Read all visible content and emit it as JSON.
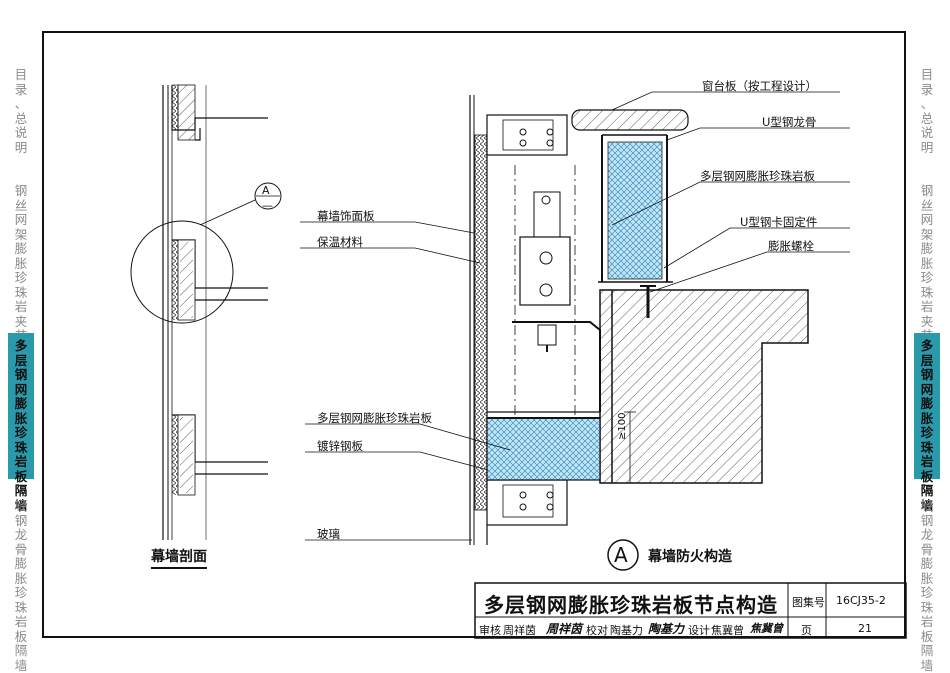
{
  "left_tabs": [
    {
      "text": "目录、总说明",
      "active": false
    },
    {
      "text": "钢丝网架膨胀珍珠岩夹芯板隔墙",
      "active": false
    },
    {
      "text": "多层钢网膨胀珍珠岩板隔墙",
      "active": true
    },
    {
      "text": "轻钢龙骨膨胀珍珠岩板隔墙",
      "active": false
    }
  ],
  "right_tabs": [
    {
      "text": "目录、总说明",
      "active": false
    },
    {
      "text": "钢丝网架膨胀珍珠岩夹芯板隔墙",
      "active": false
    },
    {
      "text": "多层钢网膨胀珍珠岩板隔墙",
      "active": true
    },
    {
      "text": "轻钢龙骨膨胀珍珠岩板隔墙",
      "active": false
    }
  ],
  "section": {
    "caption": "幕墙剖面",
    "marker_letter": "A",
    "marker_sub": "—"
  },
  "detail": {
    "caption": "幕墙防火构造",
    "marker_letter": "A",
    "dimension": "≥100",
    "labels": {
      "sill_board": "窗台板（按工程设计）",
      "u_keel": "U型钢龙骨",
      "board_top": "多层钢网膨胀珍珠岩板",
      "u_clip": "U型钢卡固定件",
      "anchor_bolt": "膨胀螺栓",
      "facade_panel": "幕墙饰面板",
      "insulation": "保温材料",
      "board_bottom": "多层钢网膨胀珍珠岩板",
      "galv_plate": "镀锌钢板",
      "glass": "玻璃"
    }
  },
  "title_block": {
    "title": "多层钢网膨胀珍珠岩板节点构造",
    "atlas_label": "图集号",
    "atlas_no": "16CJ35-2",
    "page_label": "页",
    "page_no": "21",
    "review_label": "审核",
    "reviewer": "周祥茵",
    "reviewer_sign": "周祥茵",
    "check_label": "校对",
    "checker": "陶基力",
    "checker_sign": "陶基力",
    "design_label": "设计",
    "designer": "焦冀曾",
    "designer_sign": "焦冀曾"
  }
}
